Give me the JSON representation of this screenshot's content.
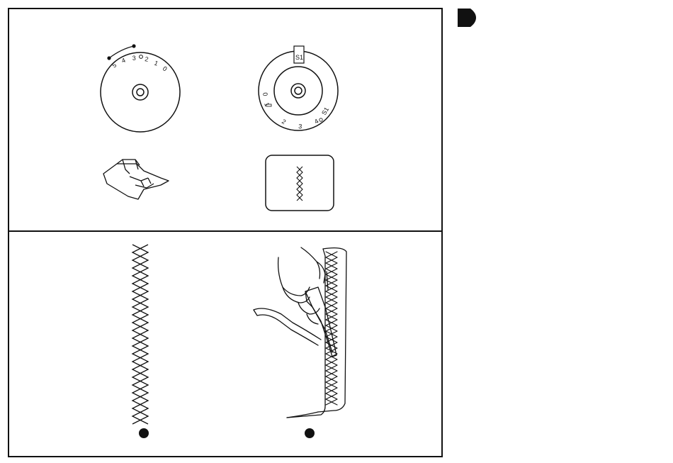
{
  "dials": {
    "tension": {
      "numbers": [
        "5",
        "4",
        "3",
        "2",
        "1",
        "0"
      ]
    },
    "stitch_length": {
      "selected": "S1",
      "numbers": [
        "0",
        "1",
        "2",
        "3",
        "4",
        "S1"
      ]
    }
  },
  "colors": {
    "ink": "#111111",
    "paper": "#ffffff"
  },
  "icons": {
    "presser_foot": "zigzag-presser-foot-icon",
    "stitch_pattern": "overlock-stitch-pattern-icon",
    "dial_pointer": "dial-pointer-icon",
    "section_marker": "black-tab-marker-icon"
  }
}
